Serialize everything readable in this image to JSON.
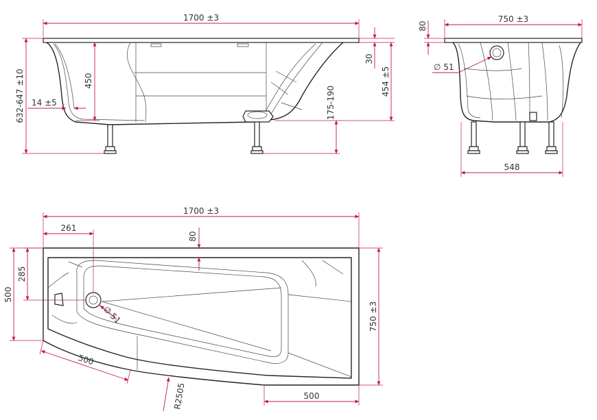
{
  "side_view": {
    "length": "1700 ±3",
    "total_height": "632-647 ±10",
    "inner_depth": "450",
    "rim": "30",
    "body_height": "454 ±5",
    "wall": "14 ±5",
    "leg_range": "175-190"
  },
  "end_view": {
    "width": "750 ±3",
    "rim_width": "80",
    "drain": "∅ 51",
    "leg_span": "548"
  },
  "top_view": {
    "length": "1700 ±3",
    "drain_offset": "261",
    "rim_width": "80",
    "drain_from_edge": "285",
    "narrow_width": "500",
    "drain": "∅ 51",
    "full_width": "750 ±3",
    "curve_length": "500",
    "radius": "R2505",
    "bottom_length": "500"
  },
  "colors": {
    "dimension": "#c2185b",
    "outline": "#222222"
  }
}
